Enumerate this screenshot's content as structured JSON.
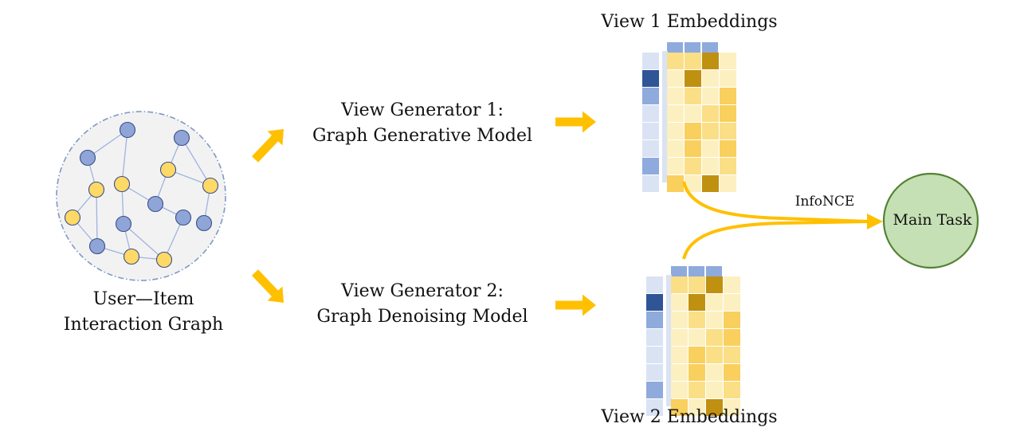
{
  "labels": {
    "graph_line1": "User—Item",
    "graph_line2": "Interaction Graph",
    "gen1_line1": "View Generator 1:",
    "gen1_line2": "Graph Generative Model",
    "gen2_line1": "View Generator 2:",
    "gen2_line2": "Graph Denoising Model",
    "view1_title": "View 1 Embeddings",
    "view2_title": "View 2 Embeddings",
    "loss_label": "InfoNCE",
    "main_task": "Main Task"
  },
  "colors": {
    "arrow": "#ffc000",
    "user_node": "#8fa5d8",
    "item_node": "#ffd966",
    "node_stroke": "#3a4f88",
    "edge": "#9fb3e0",
    "graph_bg": "#f2f2f2",
    "graph_border": "#7f98c8",
    "main_task_fill": "#c5e0b4",
    "main_task_stroke": "#548235",
    "emb_light": "#fdf0c0",
    "emb_mid": "#fbdf86",
    "emb_strong": "#f9cf5d",
    "emb_dark": "#c09010",
    "vec_dark": "#2f5597",
    "vec_mid": "#8faadc",
    "vec_light": "#dae3f3"
  }
}
